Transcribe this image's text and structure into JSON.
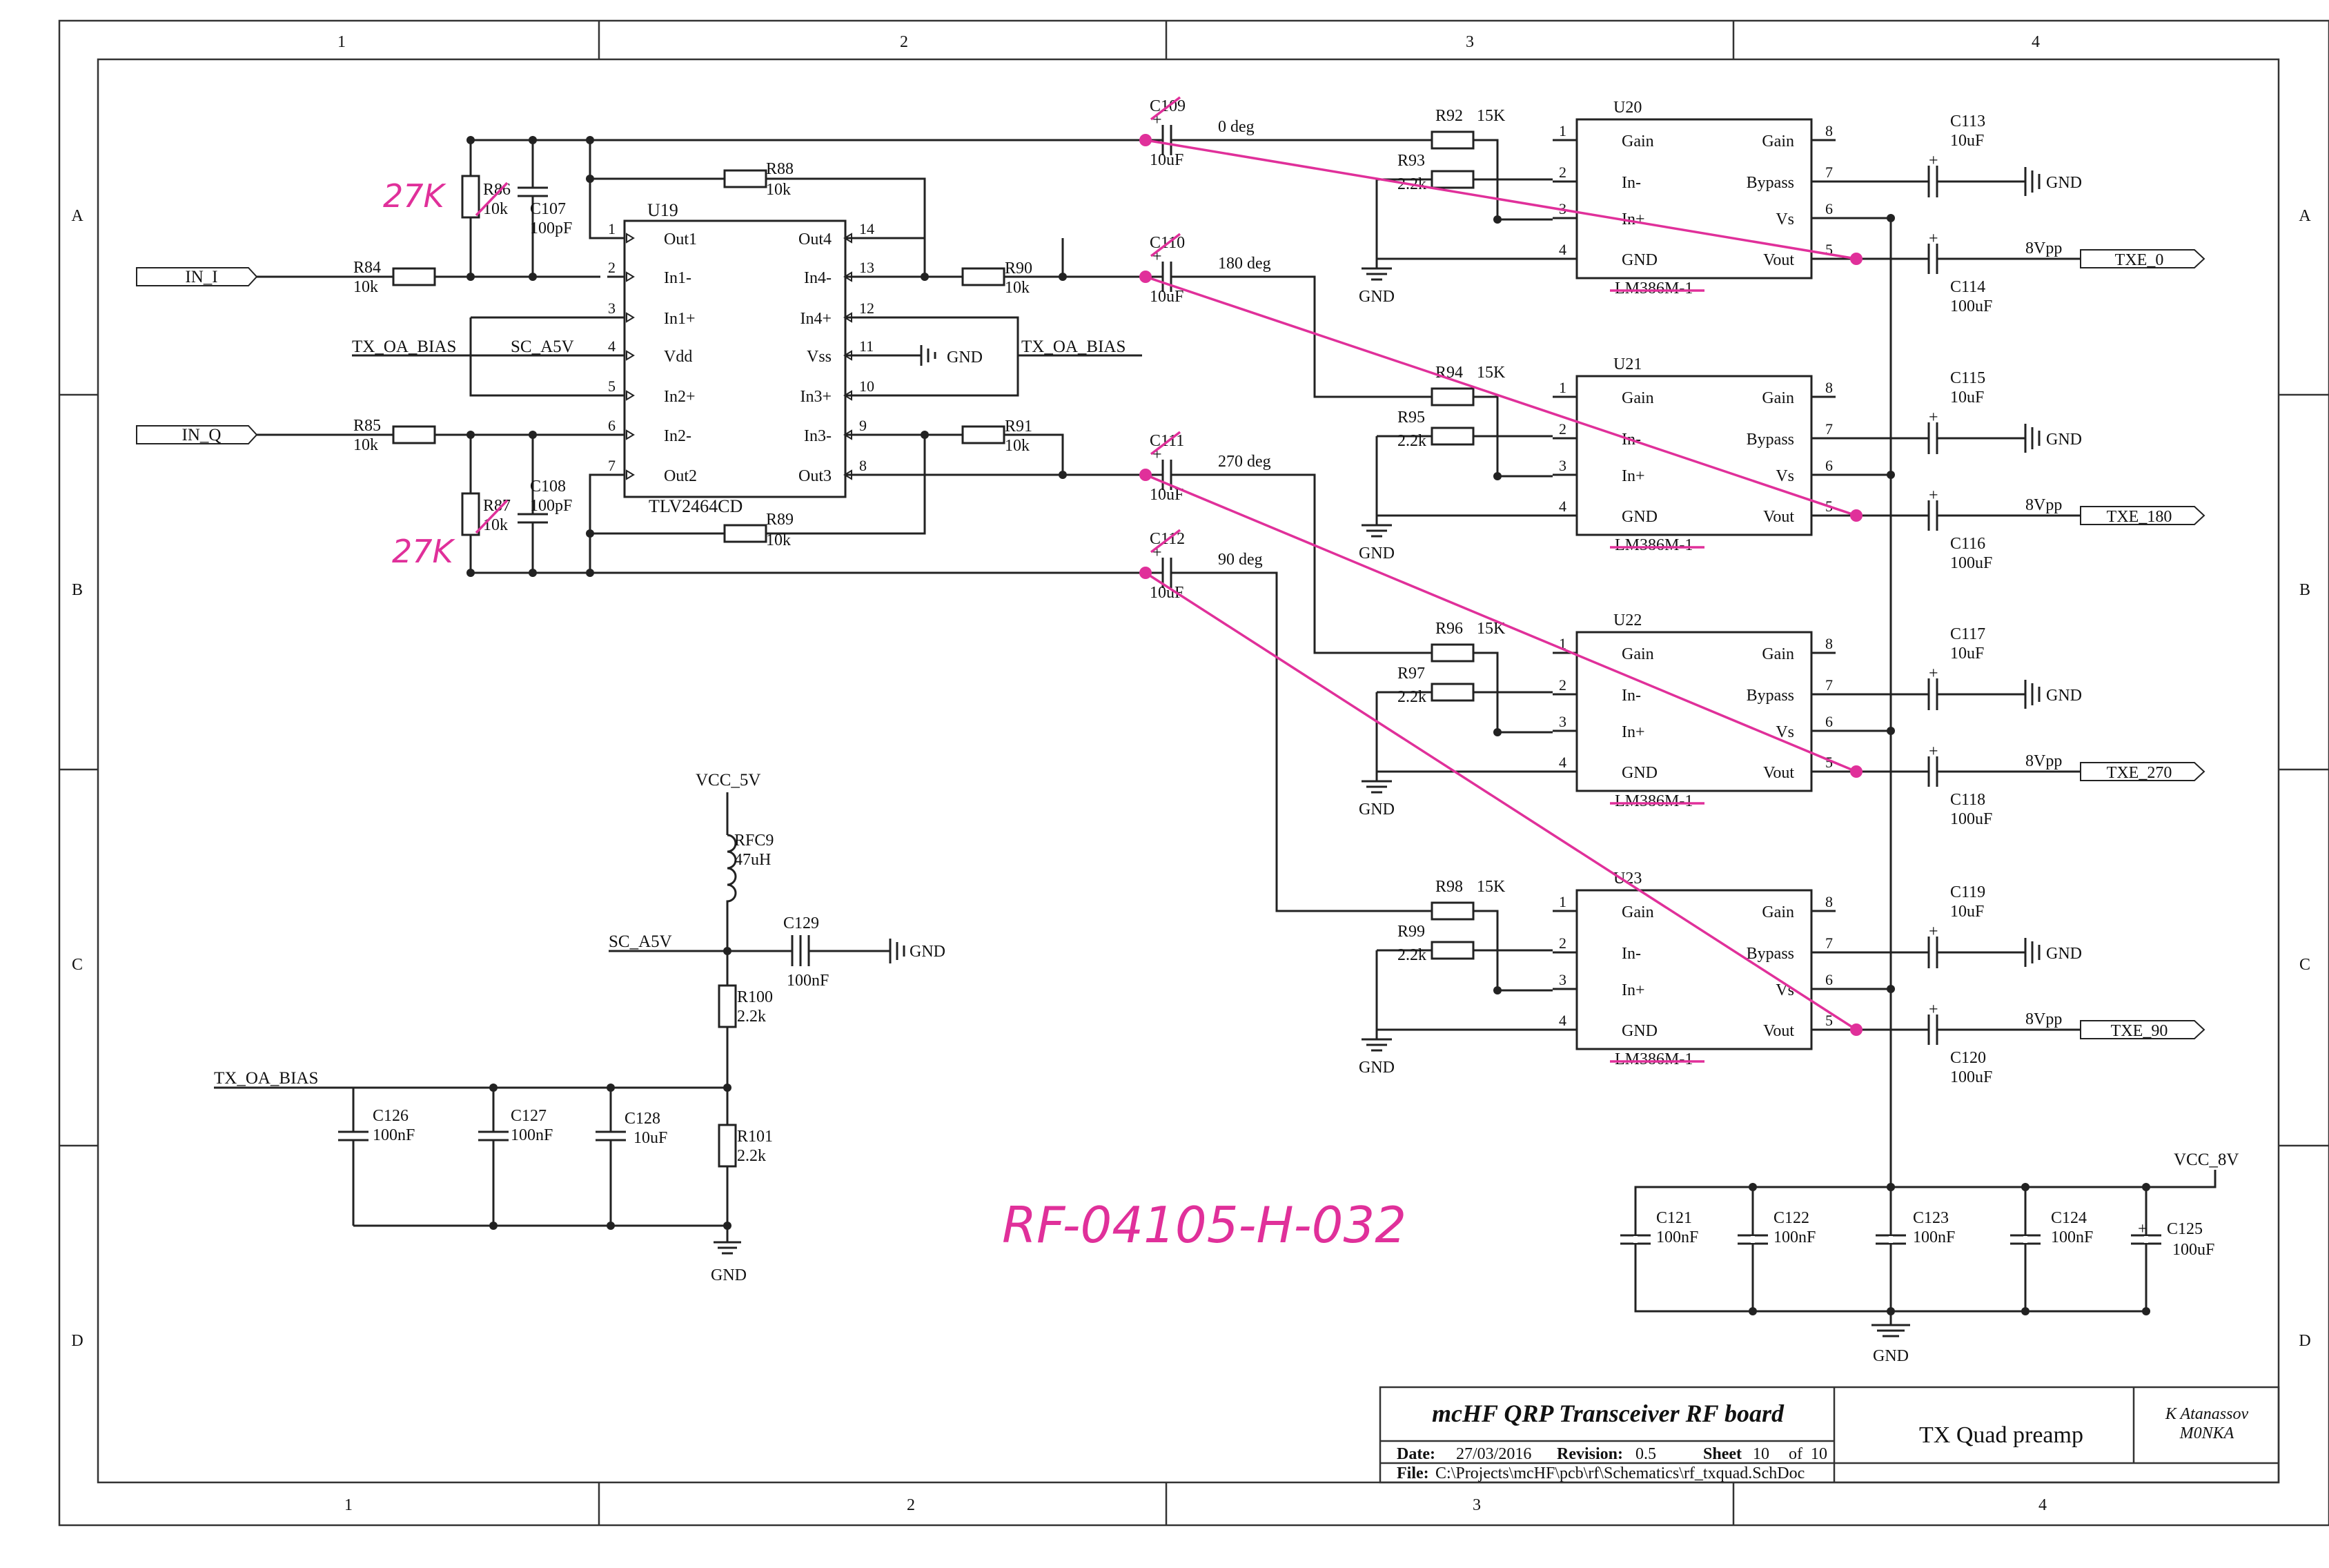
{
  "grid": {
    "cols": [
      "1",
      "2",
      "3",
      "4"
    ],
    "rows": [
      "A",
      "B",
      "C",
      "D"
    ]
  },
  "nets": {
    "in_i": "IN_I",
    "in_q": "IN_Q",
    "bias_l": "TX_OA_BIAS",
    "sc_top": "SC_A5V",
    "bias_r": "TX_OA_BIAS",
    "vcc5": "VCC_5V",
    "sc_low": "SC_A5V",
    "bias_low": "TX_OA_BIAS",
    "vcc8": "VCC_8V",
    "gnd": "GND"
  },
  "opamp": {
    "ref": "U19",
    "part": "TLV2464CD",
    "pins_left": [
      {
        "num": "1",
        "name": "Out1"
      },
      {
        "num": "2",
        "name": "In1-"
      },
      {
        "num": "3",
        "name": "In1+"
      },
      {
        "num": "4",
        "name": "Vdd"
      },
      {
        "num": "5",
        "name": "In2+"
      },
      {
        "num": "6",
        "name": "In2-"
      },
      {
        "num": "7",
        "name": "Out2"
      }
    ],
    "pins_right": [
      {
        "num": "14",
        "name": "Out4"
      },
      {
        "num": "13",
        "name": "In4-"
      },
      {
        "num": "12",
        "name": "In4+"
      },
      {
        "num": "11",
        "name": "Vss"
      },
      {
        "num": "10",
        "name": "In3+"
      },
      {
        "num": "9",
        "name": "In3-"
      },
      {
        "num": "8",
        "name": "Out3"
      }
    ]
  },
  "parts": {
    "r84": {
      "ref": "R84",
      "val": "10k"
    },
    "r85": {
      "ref": "R85",
      "val": "10k"
    },
    "r86": {
      "ref": "R86",
      "val": "10k"
    },
    "r87": {
      "ref": "R87",
      "val": "10k"
    },
    "r88": {
      "ref": "R88",
      "val": "10k"
    },
    "r89": {
      "ref": "R89",
      "val": "10k"
    },
    "r90": {
      "ref": "R90",
      "val": "10k"
    },
    "r91": {
      "ref": "R91",
      "val": "10k"
    },
    "c107": {
      "ref": "C107",
      "val": "100pF"
    },
    "c108": {
      "ref": "C108",
      "val": "100pF"
    },
    "rfc9": {
      "ref": "RFC9",
      "val": "47uH"
    },
    "c129": {
      "ref": "C129",
      "val": "100nF"
    },
    "r100": {
      "ref": "R100",
      "val": "2.2k"
    },
    "r101": {
      "ref": "R101",
      "val": "2.2k"
    },
    "c126": {
      "ref": "C126",
      "val": "100nF"
    },
    "c127": {
      "ref": "C127",
      "val": "100nF"
    },
    "c128": {
      "ref": "C128",
      "val": "10uF"
    },
    "c121": {
      "ref": "C121",
      "val": "100nF"
    },
    "c122": {
      "ref": "C122",
      "val": "100nF"
    },
    "c123": {
      "ref": "C123",
      "val": "100nF"
    },
    "c124": {
      "ref": "C124",
      "val": "100nF"
    },
    "c125": {
      "ref": "C125",
      "val": "100uF"
    }
  },
  "amp_pins": {
    "left": [
      {
        "num": "1",
        "name": "Gain"
      },
      {
        "num": "2",
        "name": "In-"
      },
      {
        "num": "3",
        "name": "In+"
      },
      {
        "num": "4",
        "name": "GND"
      }
    ],
    "right": [
      {
        "num": "8",
        "name": "Gain"
      },
      {
        "num": "7",
        "name": "Bypass"
      },
      {
        "num": "6",
        "name": "Vs"
      },
      {
        "num": "5",
        "name": "Vout"
      }
    ]
  },
  "channels": [
    {
      "cin": "C109",
      "cin_val": "10uF",
      "phase": "0 deg",
      "rg": "R92",
      "rg_val": "15K",
      "rb": "R93",
      "rb_val": "2.2k",
      "u": "U20",
      "part": "LM386M-1",
      "cb": "C113",
      "cb_val": "10uF",
      "co": "C114",
      "co_val": "100uF",
      "vpp": "8Vpp",
      "out": "TXE_0"
    },
    {
      "cin": "C110",
      "cin_val": "10uF",
      "phase": "180 deg",
      "rg": "R94",
      "rg_val": "15K",
      "rb": "R95",
      "rb_val": "2.2k",
      "u": "U21",
      "part": "LM386M-1",
      "cb": "C115",
      "cb_val": "10uF",
      "co": "C116",
      "co_val": "100uF",
      "vpp": "8Vpp",
      "out": "TXE_180"
    },
    {
      "cin": "C111",
      "cin_val": "10uF",
      "phase": "270 deg",
      "rg": "R96",
      "rg_val": "15K",
      "rb": "R97",
      "rb_val": "2.2k",
      "u": "U22",
      "part": "LM386M-1",
      "cb": "C117",
      "cb_val": "10uF",
      "co": "C118",
      "co_val": "100uF",
      "vpp": "8Vpp",
      "out": "TXE_270"
    },
    {
      "cin": "C112",
      "cin_val": "10uF",
      "phase": "90 deg",
      "rg": "R98",
      "rg_val": "15K",
      "rb": "R99",
      "rb_val": "2.2k",
      "u": "U23",
      "part": "LM386M-1",
      "cb": "C119",
      "cb_val": "10uF",
      "co": "C120",
      "co_val": "100uF",
      "vpp": "8Vpp",
      "out": "TXE_90"
    }
  ],
  "handwriting": {
    "r86_note": "27K",
    "r87_note": "27K",
    "board_note": "RF-04105-H-032"
  },
  "title_block": {
    "title": "mcHF QRP Transceiver RF board",
    "sheet_name": "TX Quad preamp",
    "author1": "K Atanassov",
    "author2": "M0NKA",
    "date_label": "Date:",
    "date": "27/03/2016",
    "rev_label": "Revision:",
    "rev": "0.5",
    "sheet_label": "Sheet",
    "sheet_no": "10",
    "of_label": "of",
    "sheet_total": "10",
    "file_label": "File:",
    "file": "C:\\Projects\\mcHF\\pcb\\rf\\Schematics\\rf_txquad.SchDoc"
  },
  "colors": {
    "ink": "#222222",
    "annotation": "#e0309a"
  }
}
